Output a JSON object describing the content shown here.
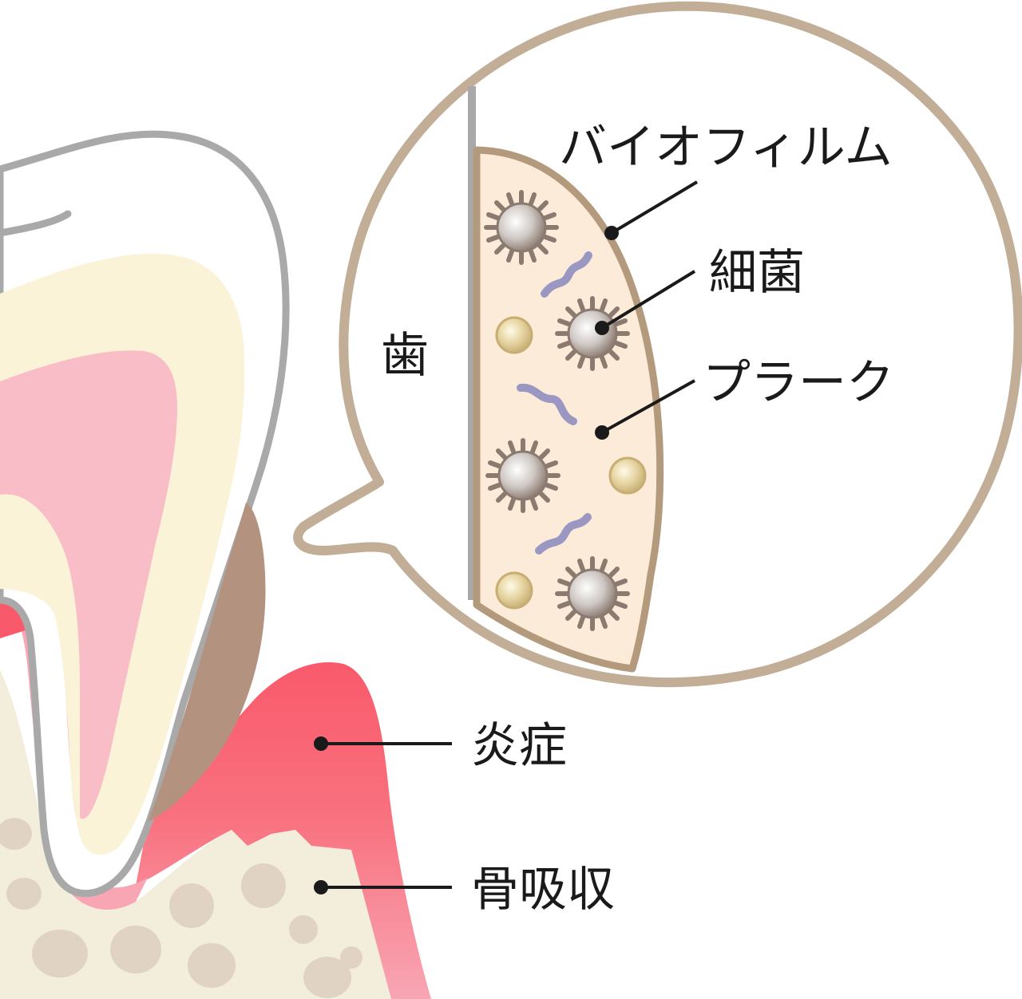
{
  "labels": {
    "tooth": "歯",
    "biofilm": "バイオフィルム",
    "bacteria": "細菌",
    "plaque": "プラーク",
    "inflammation": "炎症",
    "bone_resorption": "骨吸収"
  },
  "colors": {
    "bubble_outline": "#c2ad97",
    "enamel_outline": "#a9a9a9",
    "dentin": "#fbf3d7",
    "pulp": "#f8bdc7",
    "gum_inflamed": "#f95a6b",
    "gum": "#f8a6b4",
    "bone": "#f2eedb",
    "bone_spots": "#e0d3c3",
    "calculus": "#b39380",
    "plaque_fill": "#fdebd9",
    "plaque_edge": "#b49a7d",
    "bacteria_spiky": "#8b7a70",
    "bacteria_round": "#c7ae73",
    "bacteria_spiral": "#9b97c3",
    "leader_line": "#1a1a1a"
  }
}
